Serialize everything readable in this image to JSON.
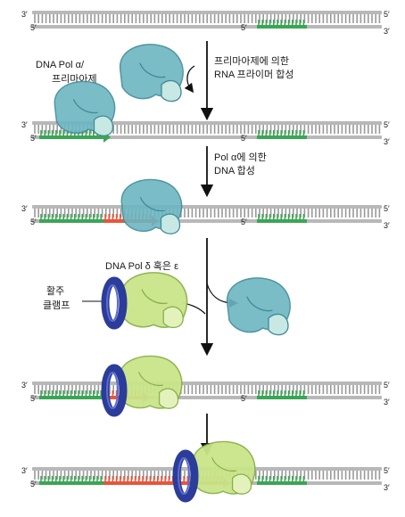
{
  "strand_labels": {
    "three_prime": "3′",
    "five_prime": "5′"
  },
  "steps": [
    {
      "id": "step1-primase",
      "lines": [
        "프리마아제에 의한",
        "RNA 프라이머 합성"
      ]
    },
    {
      "id": "step2-pol-alpha",
      "lines": [
        "Pol α에 의한",
        "DNA 합성"
      ]
    }
  ],
  "enzymes": {
    "pol_alpha_primase": [
      "DNA Pol α/",
      "프리마아제"
    ],
    "pol_delta_epsilon": "DNA Pol δ 혹은 ε",
    "sliding_clamp": [
      "활주",
      "클램프"
    ]
  },
  "colors": {
    "backbone": "#b8b8b8",
    "rung": "#9a9a9a",
    "dna_primer": "#3aa655",
    "rna_primer": "#e8553a",
    "pol_alpha": "#6cb6c2",
    "pol_delta": "#c9e58a",
    "clamp": "#2b3c9a"
  }
}
